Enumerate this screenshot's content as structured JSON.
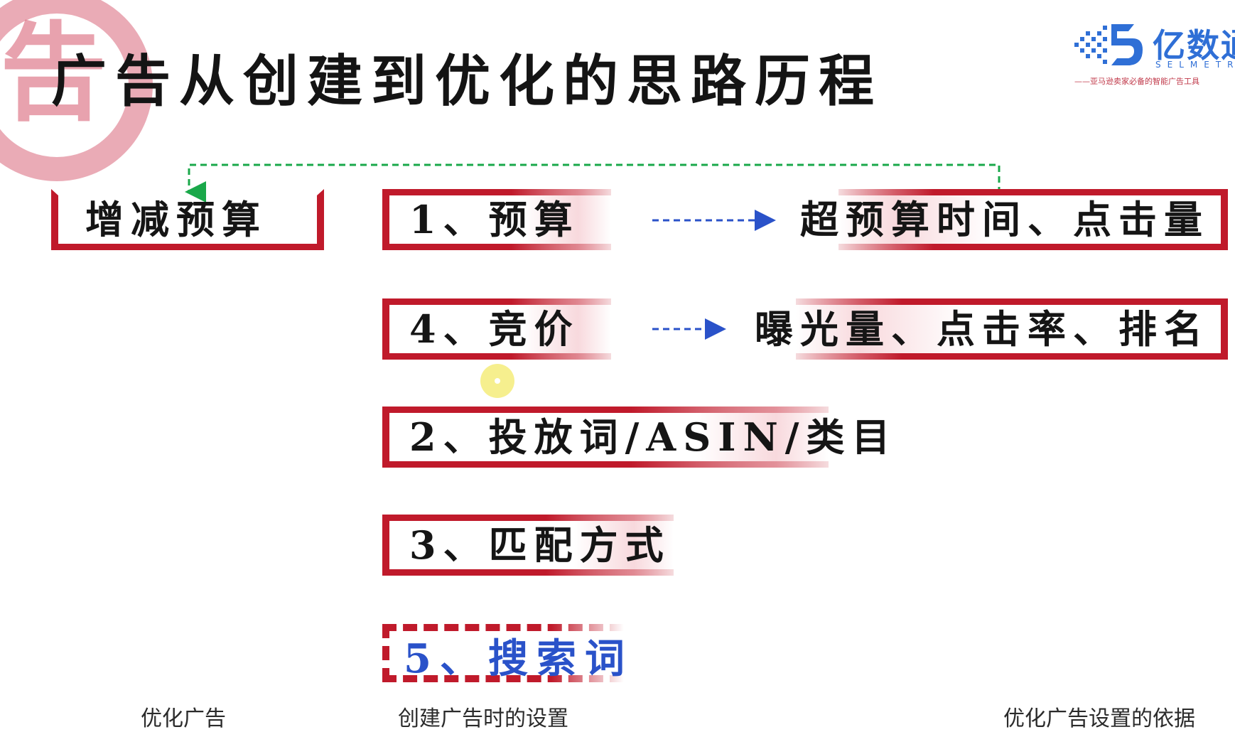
{
  "title": "广告从创建到优化的思路历程",
  "seal_char": "告",
  "logo": {
    "brand": "亿数通",
    "sub": "SELMETRIC",
    "slogan": "——亚马逊卖家必备的智能广告工具"
  },
  "boxes": {
    "budget_adjust": "增减预算",
    "budget": "1、预算",
    "bid": "4、竞价",
    "targeting": "2、投放词/ASIN/类目",
    "match_type": "3、匹配方式",
    "search_term": "5、搜索词",
    "over_budget": "超预算时间、点击量",
    "exposure": "曝光量、点击率、排名"
  },
  "captions": {
    "left": "优化广告",
    "middle": "创建广告时的设置",
    "right": "优化广告设置的依据"
  },
  "colors": {
    "frame_red": "#c01a2b",
    "arrow_blue": "#2a52c9",
    "arrow_green": "#1aa84a",
    "cursor_yellow": "#f5ec7a"
  }
}
